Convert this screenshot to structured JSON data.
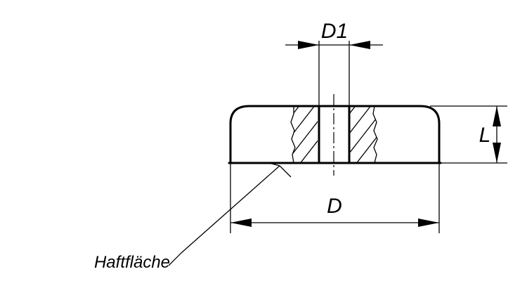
{
  "dimensions": {
    "inner_diameter": "D1",
    "outer_diameter": "D",
    "height": "L"
  },
  "callout": {
    "label": "Haftfläche"
  }
}
